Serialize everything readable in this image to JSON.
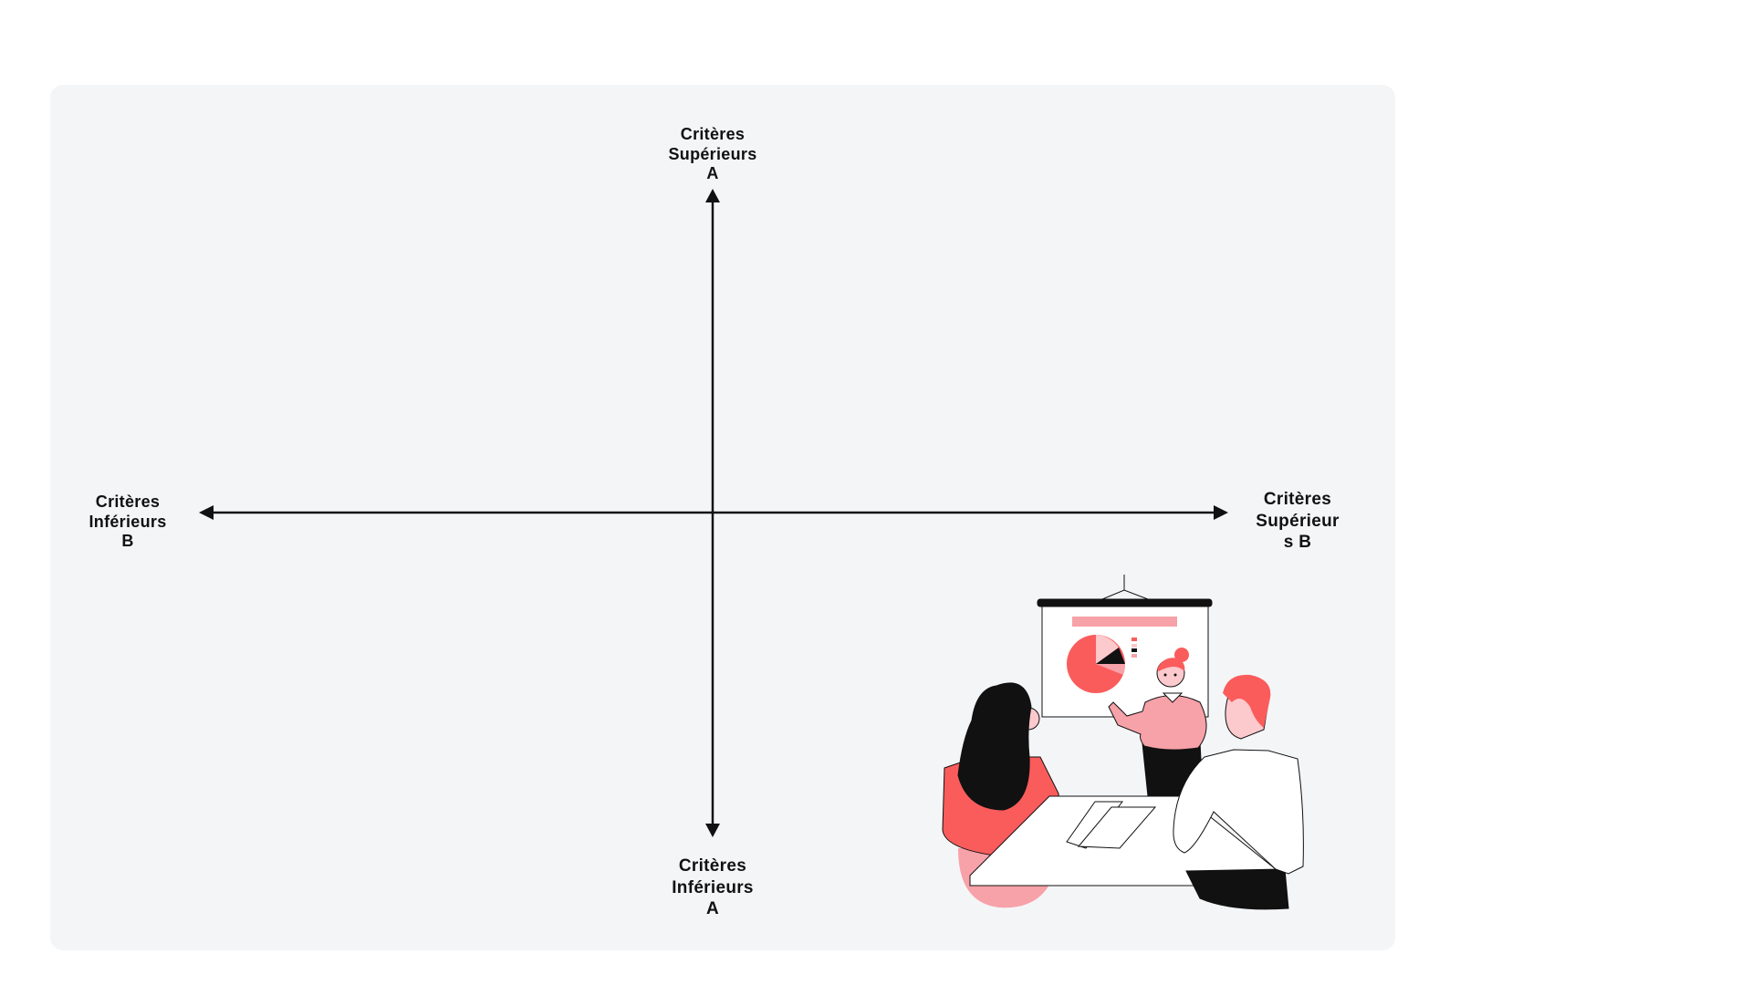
{
  "axes": {
    "top": {
      "line1": "Critères",
      "line2": "Supérieurs",
      "line3": "A"
    },
    "bottom": {
      "line1": "Critères",
      "line2": "Inférieurs",
      "line3": "A"
    },
    "left": {
      "line1": "Critères",
      "line2": "Inférieurs",
      "line3": "B"
    },
    "right": {
      "line1": "Critères",
      "line2": "Supérieur",
      "line3": "s B"
    }
  },
  "colors": {
    "panel": "#f4f5f7",
    "accent": "#fa5c5c",
    "pink": "#f7a1a8",
    "light_pink": "#fcc9cd",
    "ink": "#111111"
  }
}
